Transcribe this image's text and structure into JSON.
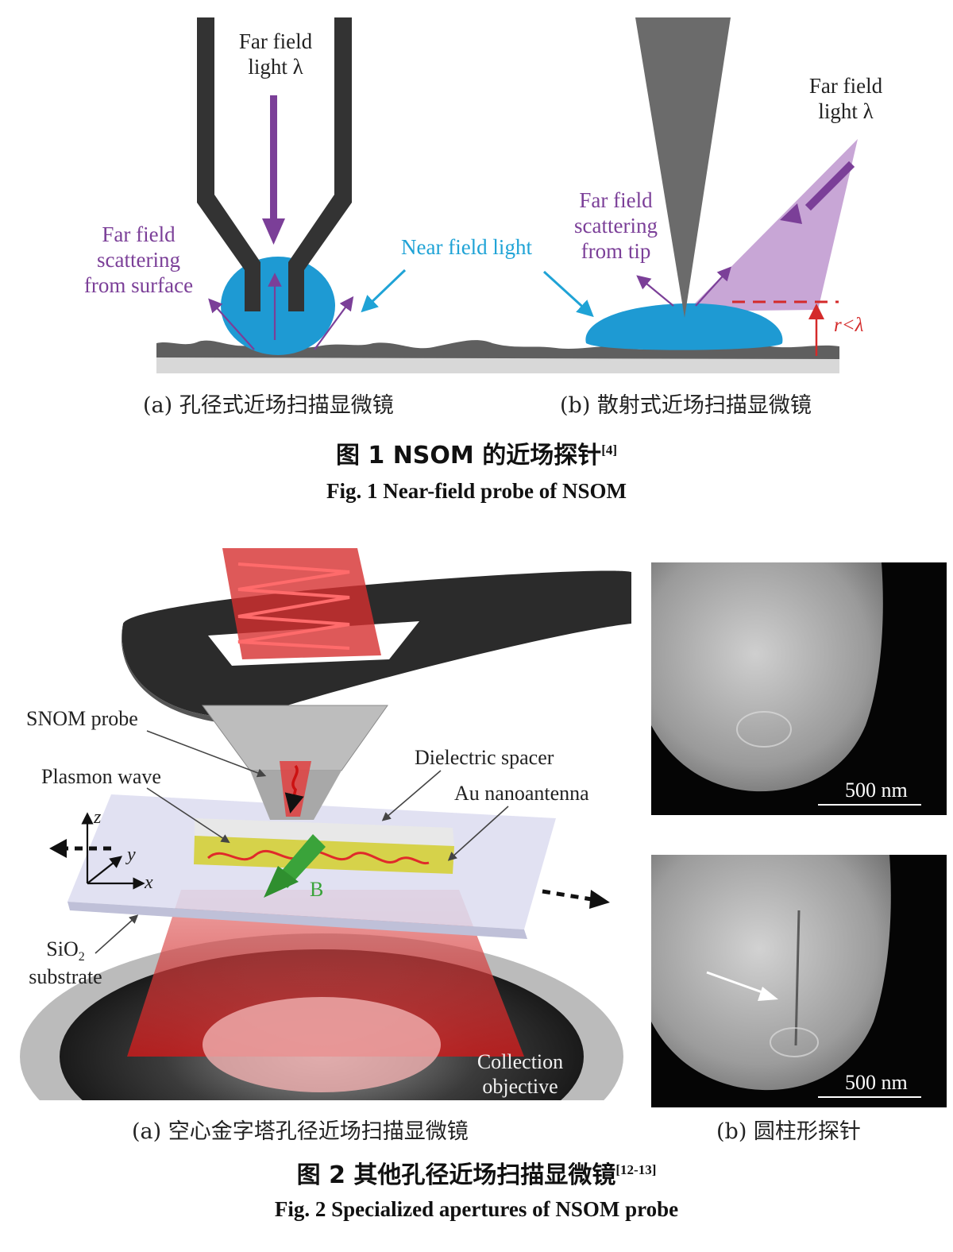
{
  "figure1": {
    "left_labels": {
      "far_field_light": [
        "Far field",
        "light λ"
      ],
      "far_field_scattering": [
        "Far field",
        "scattering",
        "from surface"
      ]
    },
    "center_label": "Near field light",
    "right_labels": {
      "far_field_light": [
        "Far field",
        "light λ"
      ],
      "far_field_scattering": [
        "Far field",
        "scattering",
        "from tip"
      ],
      "distance": "r<λ"
    },
    "subcaption_a": "(a) 孔径式近场扫描显微镜",
    "subcaption_b": "(b) 散射式近场扫描显微镜",
    "caption_cn": "图 1   NSOM 的近场探针",
    "caption_cn_ref": "[4]",
    "caption_en": "Fig. 1    Near-field probe of NSOM"
  },
  "figure2": {
    "labels": {
      "snom_probe": "SNOM probe",
      "plasmon_wave": "Plasmon wave",
      "dielectric_spacer": "Dielectric spacer",
      "au_nanoantenna": "Au nanoantenna",
      "axis_z": "z",
      "axis_y": "y",
      "axis_x": "x",
      "field_b": "B",
      "sio2_prefix": "SiO",
      "sio2_sub": "2",
      "substrate": "substrate",
      "collection": "Collection",
      "objective": "objective"
    },
    "scale_bar_top": "500 nm",
    "scale_bar_bottom": "500 nm",
    "subcaption_a": "(a) 空心金字塔孔径近场扫描显微镜",
    "subcaption_b": "(b) 圆柱形探针",
    "caption_cn": "图 2   其他孔径近场扫描显微镜",
    "caption_cn_ref": "[12-13]",
    "caption_en": "Fig. 2    Specialized apertures of NSOM probe"
  },
  "colors": {
    "purple": "#7b3f98",
    "cyan": "#1fa3d6",
    "red": "#d42a2a",
    "probe_dark": "#333333",
    "green": "#3aa33a"
  }
}
